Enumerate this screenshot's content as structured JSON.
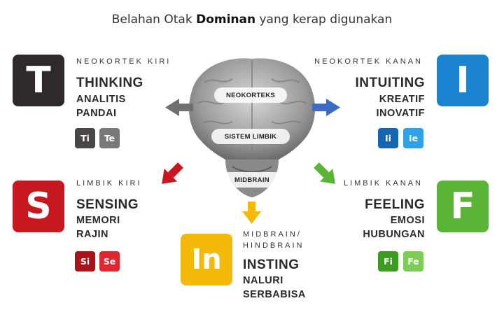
{
  "title": {
    "prefix": "Belahan Otak ",
    "bold": "Dominan",
    "suffix": " yang kerap digunakan"
  },
  "brain_labels": {
    "top": "NEOKORTEKS",
    "middle": "SISTEM LIMBIK",
    "bottom": "MIDBRAIN"
  },
  "thinking": {
    "letter": "T",
    "region": "NEOKORTEK KIRI",
    "name": "THINKING",
    "trait1": "ANALITIS",
    "trait2": "PANDAI",
    "chip1": "Ti",
    "chip2": "Te",
    "color": "#2e2a2b"
  },
  "intuiting": {
    "letter": "I",
    "region": "NEOKORTEK KANAN",
    "name": "INTUITING",
    "trait1": "KREATIF",
    "trait2": "INOVATIF",
    "chip1": "Ii",
    "chip2": "Ie",
    "color": "#1b84d0"
  },
  "sensing": {
    "letter": "S",
    "region": "LIMBIK KIRI",
    "name": "SENSING",
    "trait1": "MEMORI",
    "trait2": "RAJIN",
    "chip1": "Si",
    "chip2": "Se",
    "color": "#c8171f"
  },
  "feeling": {
    "letter": "F",
    "region": "LIMBIK KANAN",
    "name": "FEELING",
    "trait1": "EMOSI",
    "trait2": "HUBUNGAN",
    "chip1": "Fi",
    "chip2": "Fe",
    "color": "#5ab435"
  },
  "insting": {
    "letter": "In",
    "region1": "MIDBRAIN/",
    "region2": "HINDBRAIN",
    "name": "INSTING",
    "trait1": "NALURI",
    "trait2": "SERBABISA",
    "color": "#f5b90a"
  }
}
